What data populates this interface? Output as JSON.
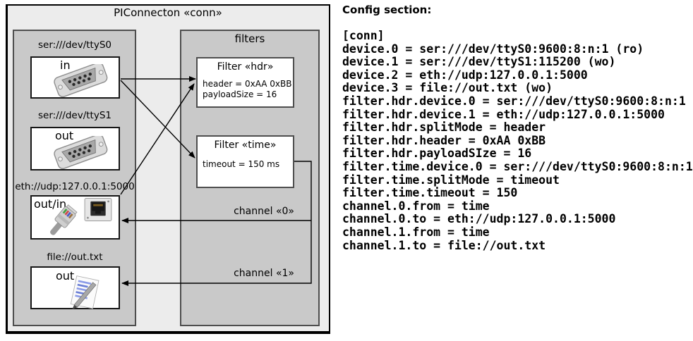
{
  "diagram": {
    "title": "PIConnecton «conn»",
    "filters_lane_title": "filters",
    "devices": [
      {
        "label": "ser:///dev/ttyS0",
        "direction": "in",
        "icon": "serial-db9-icon"
      },
      {
        "label": "ser:///dev/ttyS1",
        "direction": "out",
        "icon": "serial-db9-icon"
      },
      {
        "label": "eth://udp:127.0.0.1:5000",
        "direction": "out/in",
        "icon": "ethernet-plug-icon"
      },
      {
        "label": "file://out.txt",
        "direction": "out",
        "icon": "notepad-icon"
      }
    ],
    "filters": [
      {
        "title": "Filter «hdr»",
        "attrs": [
          "header = 0xAA 0xBB",
          "payloadSize = 16"
        ]
      },
      {
        "title": "Filter «time»",
        "attrs": [
          "timeout = 150 ms"
        ]
      }
    ],
    "channels": [
      {
        "label": "channel «0»"
      },
      {
        "label": "channel «1»"
      }
    ],
    "colors": {
      "lane_fill": "#c9c9c9",
      "frame_fill": "#ececec",
      "box_fill": "#ffffff",
      "line": "#000000"
    }
  },
  "config": {
    "heading": "Config section:",
    "lines": [
      "[conn]",
      "device.0 = ser:///dev/ttyS0:9600:8:n:1 (ro)",
      "device.1 = ser:///dev/ttyS1:115200 (wo)",
      "device.2 = eth://udp:127.0.0.1:5000",
      "device.3 = file://out.txt (wo)",
      "filter.hdr.device.0 = ser:///dev/ttyS0:9600:8:n:1",
      "filter.hdr.device.1 = eth://udp:127.0.0.1:5000",
      "filter.hdr.splitMode = header",
      "filter.hdr.header = 0xAA 0xBB",
      "filter.hdr.payloadSIze = 16",
      "filter.time.device.0 = ser:///dev/ttyS0:9600:8:n:1",
      "filter.time.splitMode = timeout",
      "filter.time.timeout = 150",
      "channel.0.from = time",
      "channel.0.to = eth://udp:127.0.0.1:5000",
      "channel.1.from = time",
      "channel.1.to = file://out.txt"
    ]
  }
}
